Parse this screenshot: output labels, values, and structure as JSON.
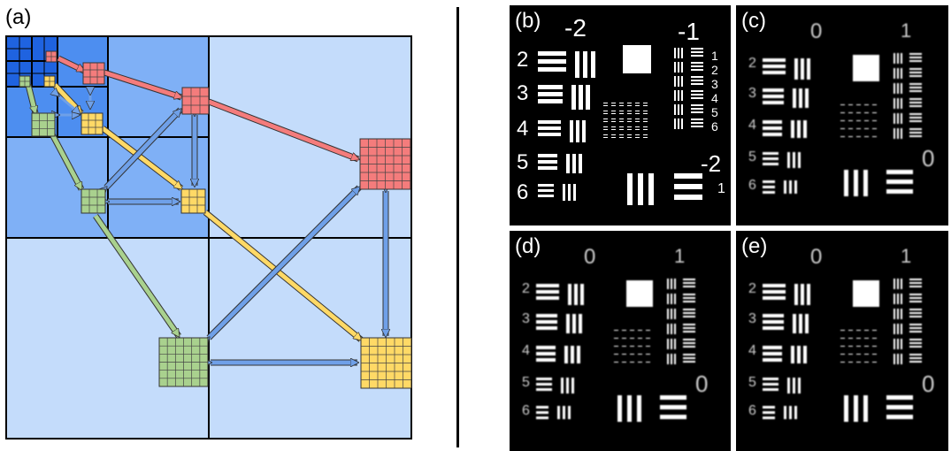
{
  "panels": {
    "a": {
      "label": "(a)"
    },
    "b": {
      "label": "(b)"
    },
    "c": {
      "label": "(c)"
    },
    "d": {
      "label": "(d)"
    },
    "e": {
      "label": "(e)"
    }
  },
  "target_b": {
    "group_top_left": "-2",
    "group_top_right": "-1",
    "group_bottom_right": "-2",
    "left_column_numbers": [
      "2",
      "3",
      "4",
      "5",
      "6"
    ],
    "right_column_numbers": [
      "1",
      "2",
      "3",
      "4",
      "5",
      "6"
    ],
    "bottom_right_number": "1"
  },
  "target_blurred": {
    "group_top_left": "0",
    "group_top_right": "1",
    "group_bottom_right": "0",
    "left_column_numbers": [
      "2",
      "3",
      "4",
      "5",
      "6"
    ]
  },
  "colors": {
    "level0": "#1f63e0",
    "level1": "#4d8ef0",
    "level2": "#7fb0f6",
    "level3": "#c4dcfb",
    "red": "#f47c7c",
    "yellow": "#ffd966",
    "green": "#a9d18e",
    "blue_arrow": "#6fa0e8",
    "grid_line": "#000000"
  }
}
